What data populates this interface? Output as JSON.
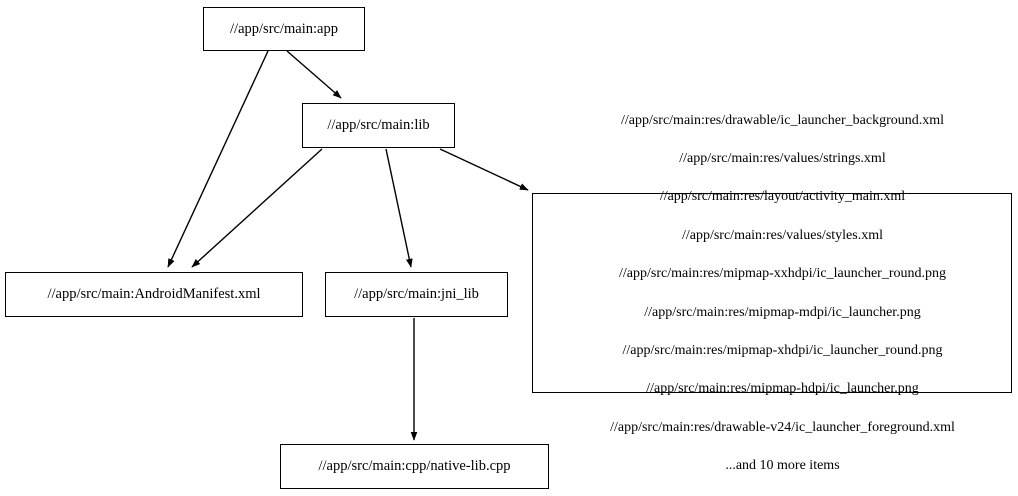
{
  "graph": {
    "type": "directed-dependency-graph",
    "nodes": [
      {
        "id": "app",
        "label": "//app/src/main:app"
      },
      {
        "id": "lib",
        "label": "//app/src/main:lib"
      },
      {
        "id": "manifest",
        "label": "//app/src/main:AndroidManifest.xml"
      },
      {
        "id": "jni_lib",
        "label": "//app/src/main:jni_lib"
      },
      {
        "id": "cpp",
        "label": "//app/src/main:cpp/native-lib.cpp"
      },
      {
        "id": "res",
        "lines": [
          "//app/src/main:res/drawable/ic_launcher_background.xml",
          "//app/src/main:res/values/strings.xml",
          "//app/src/main:res/layout/activity_main.xml",
          "//app/src/main:res/values/styles.xml",
          "//app/src/main:res/mipmap-xxhdpi/ic_launcher_round.png",
          "//app/src/main:res/mipmap-mdpi/ic_launcher.png",
          "//app/src/main:res/mipmap-xhdpi/ic_launcher_round.png",
          "//app/src/main:res/mipmap-hdpi/ic_launcher.png",
          "//app/src/main:res/drawable-v24/ic_launcher_foreground.xml",
          "...and 10 more items"
        ]
      }
    ],
    "edges": [
      {
        "from": "app",
        "to": "lib"
      },
      {
        "from": "app",
        "to": "manifest"
      },
      {
        "from": "lib",
        "to": "manifest"
      },
      {
        "from": "lib",
        "to": "jni_lib"
      },
      {
        "from": "lib",
        "to": "res"
      },
      {
        "from": "jni_lib",
        "to": "cpp"
      }
    ],
    "style": {
      "node_border_color": "#000000",
      "node_fill_color": "#ffffff",
      "edge_color": "#000000",
      "background_color": "#ffffff"
    }
  }
}
